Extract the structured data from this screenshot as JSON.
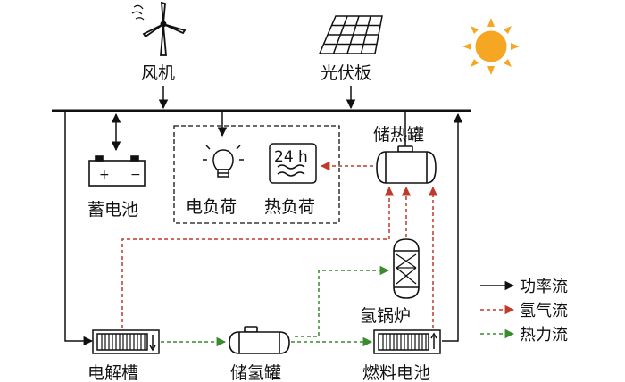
{
  "labels": {
    "wind": "风机",
    "pv": "光伏板",
    "battery": "蓄电池",
    "elec_load": "电负荷",
    "heat_load": "热负荷",
    "heat_storage": "储热罐",
    "boiler": "氢锅炉",
    "electrolyzer": "电解槽",
    "h2_storage": "储氢罐",
    "fuel_cell": "燃料电池",
    "heat_load_icon_text": "24 h",
    "battery_plus": "+",
    "battery_minus": "−"
  },
  "legend": [
    {
      "label": "功率流",
      "color": "#111111",
      "style": "solid"
    },
    {
      "label": "氢气流",
      "color": "#c0392b",
      "style": "dashed"
    },
    {
      "label": "热力流",
      "color": "#3a8a2e",
      "style": "dashed"
    }
  ],
  "colors": {
    "power": "#111111",
    "hydrogen": "#c0392b",
    "heat": "#3a8a2e",
    "sun": "#f5a623"
  },
  "icons": {
    "wind": "wind-turbine-icon",
    "pv": "solar-panel-icon",
    "sun": "sun-icon",
    "battery": "battery-icon",
    "elec_load": "light-bulb-icon",
    "heat_load": "heater-icon",
    "heat_storage": "heat-tank-icon",
    "boiler": "hydrogen-boiler-icon",
    "electrolyzer": "electrolyzer-icon",
    "h2_storage": "hydrogen-tank-icon",
    "fuel_cell": "fuel-cell-icon"
  }
}
